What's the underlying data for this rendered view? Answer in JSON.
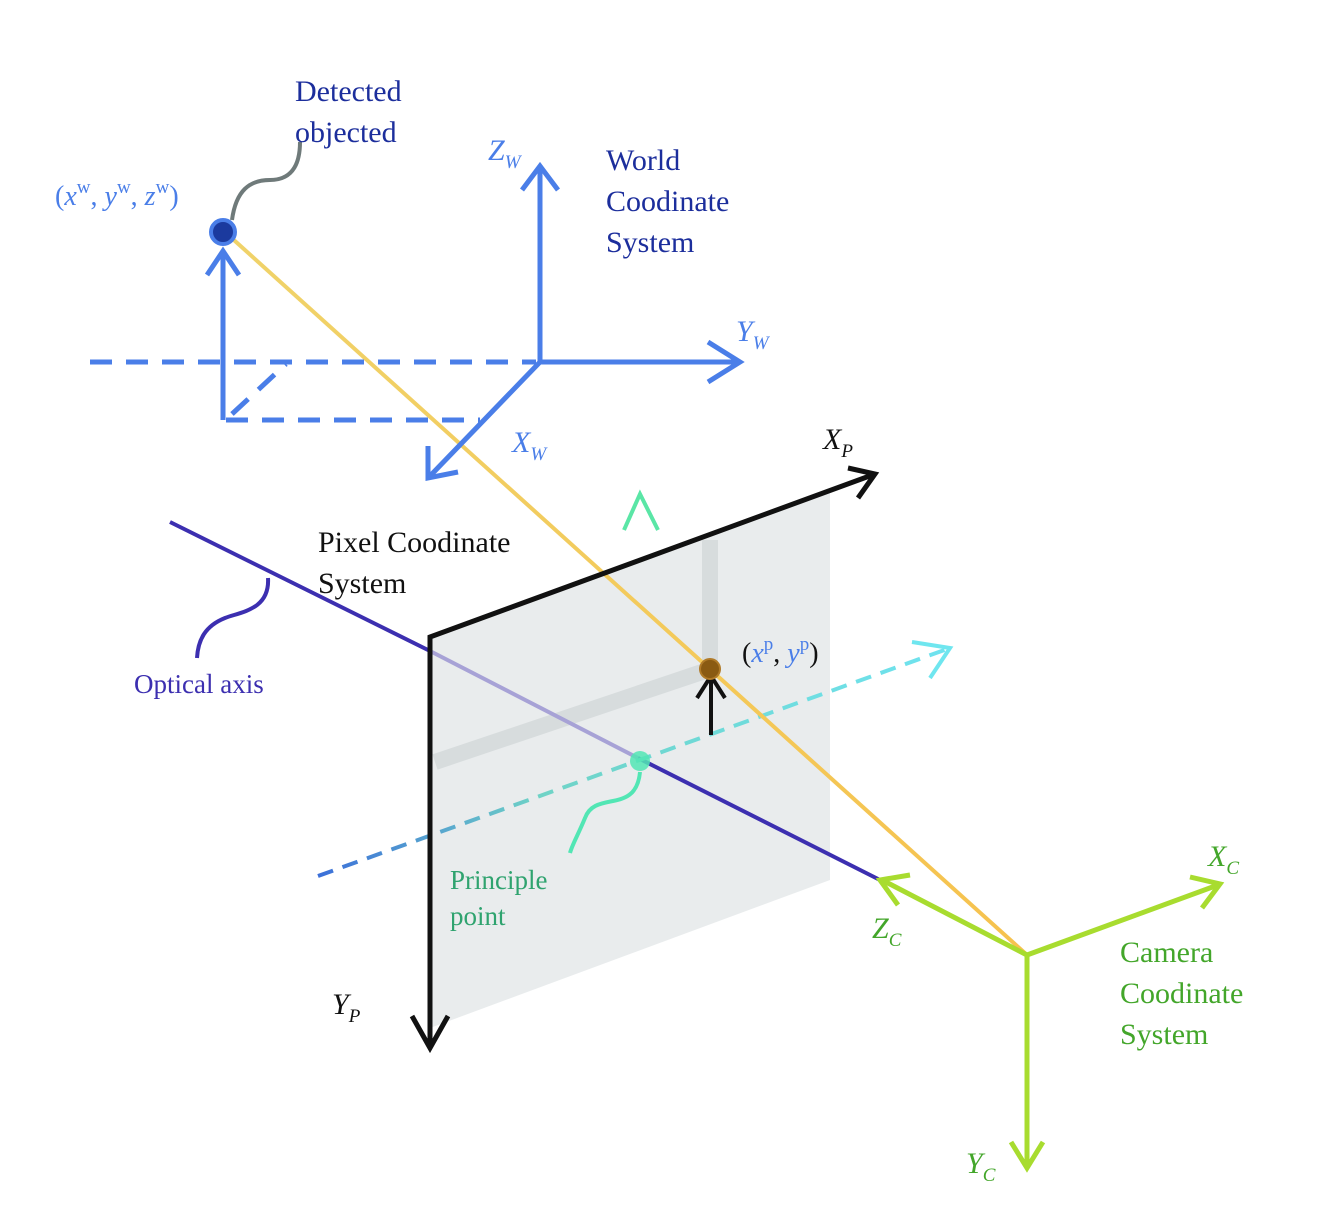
{
  "colors": {
    "world": "#4a7ee8",
    "world_text": "#1c2e9c",
    "pixel": "#111111",
    "camera": "#a8dc2f",
    "camera_text": "#43a62a",
    "optical_axis": "#3c2fb0",
    "ray": "#f3cc5a",
    "principal": "#52e6b4",
    "cyan_axis": "#5fd6e6",
    "plane_fill": "#e6e9ea",
    "object_point": "#1b3a9e",
    "pixel_point": "#8a5a12"
  },
  "labels": {
    "detected_object_line1": "Detected",
    "detected_object_line2": "objected",
    "world_system_line1": "World",
    "world_system_line2": "Coodinate",
    "world_system_line3": "System",
    "pixel_system_line1": "Pixel Coodinate",
    "pixel_system_line2": "System",
    "optical_axis": "Optical axis",
    "principle_point_line1": "Principle",
    "principle_point_line2": "point",
    "camera_system_line1": "Camera",
    "camera_system_line2": "Coodinate",
    "camera_system_line3": "System"
  },
  "coords": {
    "world_point": {
      "open": "(",
      "x": "x",
      "x_sup": "w",
      "sep1": ", ",
      "y": "y",
      "y_sup": "w",
      "sep2": ", ",
      "z": "z",
      "z_sup": "w",
      "close": ")"
    },
    "pixel_point": {
      "open": "(",
      "x": "x",
      "x_sup": "p",
      "sep": ", ",
      "y": "y",
      "y_sup": "p",
      "close": ")"
    }
  },
  "axes": {
    "world_z": {
      "main": "Z",
      "sub": "W"
    },
    "world_y": {
      "main": "Y",
      "sub": "W"
    },
    "world_x": {
      "main": "X",
      "sub": "W"
    },
    "pixel_x": {
      "main": "X",
      "sub": "P"
    },
    "pixel_y": {
      "main": "Y",
      "sub": "P"
    },
    "camera_x": {
      "main": "X",
      "sub": "C"
    },
    "camera_z": {
      "main": "Z",
      "sub": "C"
    },
    "camera_y": {
      "main": "Y",
      "sub": "C"
    }
  }
}
